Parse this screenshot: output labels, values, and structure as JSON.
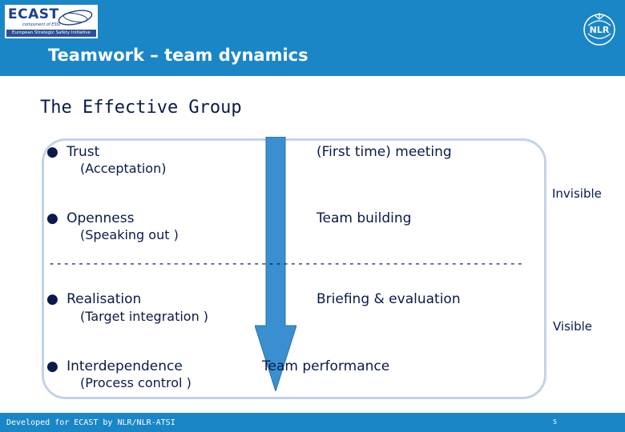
{
  "header": {
    "logo_text": "ECAST",
    "logo_sub": "component of ESSI",
    "logo_tagline": "European Strategic Safety Initiative",
    "nlr_logo_text": "NLR",
    "title": "Teamwork – team dynamics"
  },
  "subtitle": "The Effective Group",
  "items": [
    {
      "label": "Trust",
      "sub": "(Acceptation)",
      "phase": "(First time) meeting"
    },
    {
      "label": "Openness",
      "sub": "(Speaking out )",
      "phase": "Team building"
    },
    {
      "label": "Realisation",
      "sub": "(Target integration )",
      "phase": "Briefing & evaluation"
    },
    {
      "label": "Interdependence",
      "sub": "(Process control )",
      "phase": "Team performance"
    }
  ],
  "bullet_glyph": "●",
  "divider": "-----------------------------------------------------------------",
  "side_labels": {
    "invisible": "Invisible",
    "visible": "Visible"
  },
  "footer": {
    "text": "Developed for ECAST by NLR/NLR-ATSI",
    "page": "5"
  },
  "colors": {
    "header_blue": "#1b86c6",
    "arrow_blue": "#3a8fd0",
    "frame": "#c3d3e6",
    "text": "#0a1a4a"
  }
}
